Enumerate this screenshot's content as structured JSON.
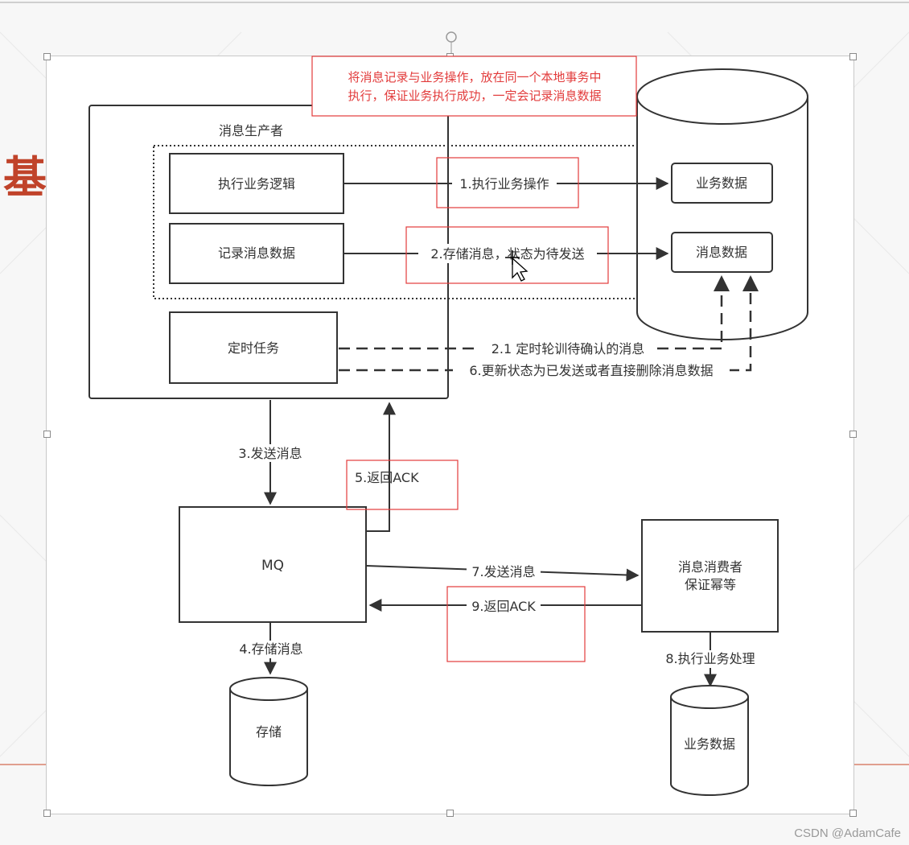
{
  "background": {
    "title_char": "基",
    "colors": {
      "accent": "#c0432a",
      "highlight_red": "#e23b3b",
      "line": "#333333"
    }
  },
  "diagram": {
    "annotation": {
      "line1": "将消息记录与业务操作，放在同一个本地事务中",
      "line2": "执行，保证业务执行成功，一定会记录消息数据"
    },
    "producer": {
      "title": "消息生产者",
      "box_business_logic": "执行业务逻辑",
      "box_record_message": "记录消息数据",
      "box_timer_task": "定时任务"
    },
    "database": {
      "business_data": "业务数据",
      "message_data": "消息数据"
    },
    "edges": {
      "e1": "1.执行业务操作",
      "e2": "2.存储消息，状态为待发送",
      "e21": "2.1 定时轮训待确认的消息",
      "e6": "6.更新状态为已发送或者直接删除消息数据",
      "e3": "3.发送消息",
      "e5": "5.返回ACK",
      "e7": "7.发送消息",
      "e9": "9.返回ACK",
      "e4": "4.存储消息",
      "e8": "8.执行业务处理"
    },
    "mq": {
      "label": "MQ"
    },
    "consumer": {
      "line1": "消息消费者",
      "line2": "保证幂等"
    },
    "storage": {
      "label": "存储"
    },
    "consumer_db": {
      "label": "业务数据"
    }
  },
  "watermark": "CSDN @AdamCafe"
}
